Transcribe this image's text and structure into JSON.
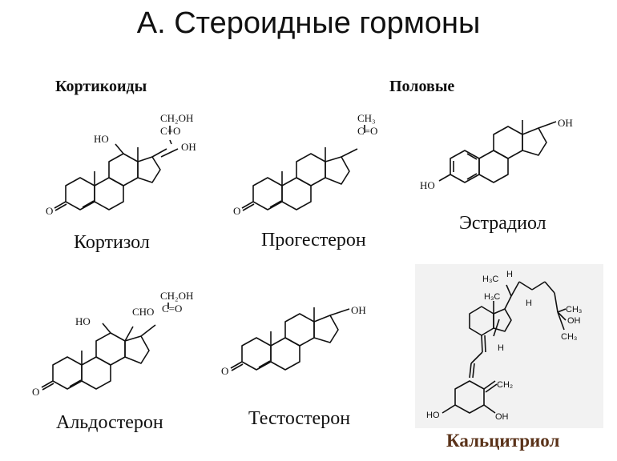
{
  "title": "А. Стероидные гормоны",
  "groups": {
    "corticoids": "Кортикоиды",
    "sex": "Половые"
  },
  "molecules": {
    "cortisol": {
      "name": "Кортизол",
      "labels": {
        "sidechain": "CH₂OH",
        "carbonyl": "C=O",
        "oh17": "OH",
        "ho11": "HO",
        "o3": "O"
      }
    },
    "progesterone": {
      "name": "Прогестерон",
      "labels": {
        "sidechain": "CH₃",
        "carbonyl": "C=O",
        "o3": "O"
      }
    },
    "estradiol": {
      "name": "Эстрадиол",
      "labels": {
        "oh17": "OH",
        "ho3": "HO"
      }
    },
    "aldosterone": {
      "name": "Альдостерон",
      "labels": {
        "sidechain": "CH₂OH",
        "carbonyl": "C=O",
        "cho": "CHO",
        "ho11": "HO",
        "o3": "O"
      }
    },
    "testosterone": {
      "name": "Тестостерон",
      "labels": {
        "oh17": "OH",
        "o3": "O"
      }
    },
    "calcitriol": {
      "name": "Кальцитриол",
      "labels": {
        "h3c_top": "H₃C",
        "h_top": "H",
        "h3c_18": "H₃C",
        "h_right": "H",
        "h_bottom": "H",
        "ch3_a": "CH₃",
        "oh25": "OH",
        "ch3_b": "CH₃",
        "ch2": "CH₂",
        "ho1": "HO",
        "oh3": "OH"
      }
    }
  },
  "colors": {
    "ink": "#111111",
    "calcitriol_caption": "#5a3219",
    "panel_bg": "#f2f2f2"
  }
}
